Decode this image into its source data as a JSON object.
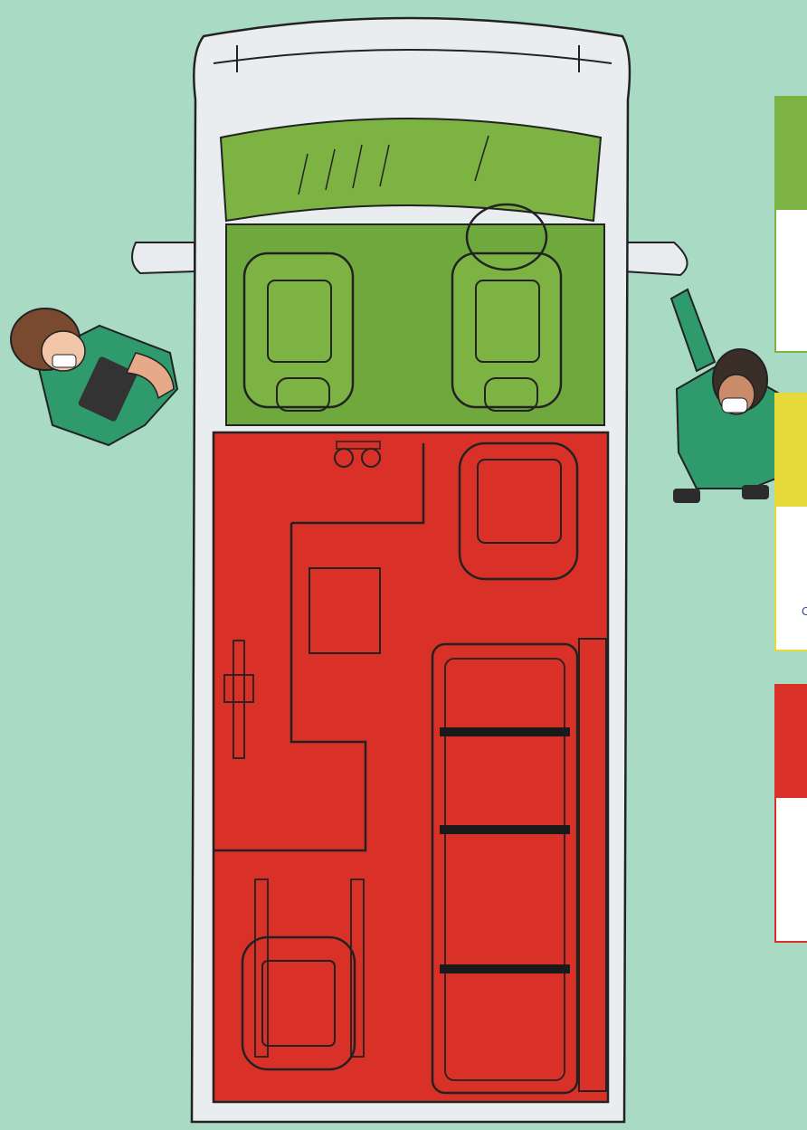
{
  "scene": {
    "background_color": "#a9dac3",
    "zones": [
      {
        "id": "cab",
        "color": "#7cb342"
      },
      {
        "id": "rear-compartment",
        "color": "#d93127"
      }
    ]
  },
  "legend_cards": [
    {
      "id": "green",
      "color": "#7cb342",
      "text": ""
    },
    {
      "id": "yellow",
      "color": "#e8d93a",
      "text": "C"
    },
    {
      "id": "red",
      "color": "#d93127",
      "text": ""
    }
  ],
  "figures": [
    {
      "id": "paramedic-left",
      "icon": "paramedic-holding-tablet-icon"
    },
    {
      "id": "paramedic-right",
      "icon": "paramedic-pointing-icon"
    }
  ]
}
